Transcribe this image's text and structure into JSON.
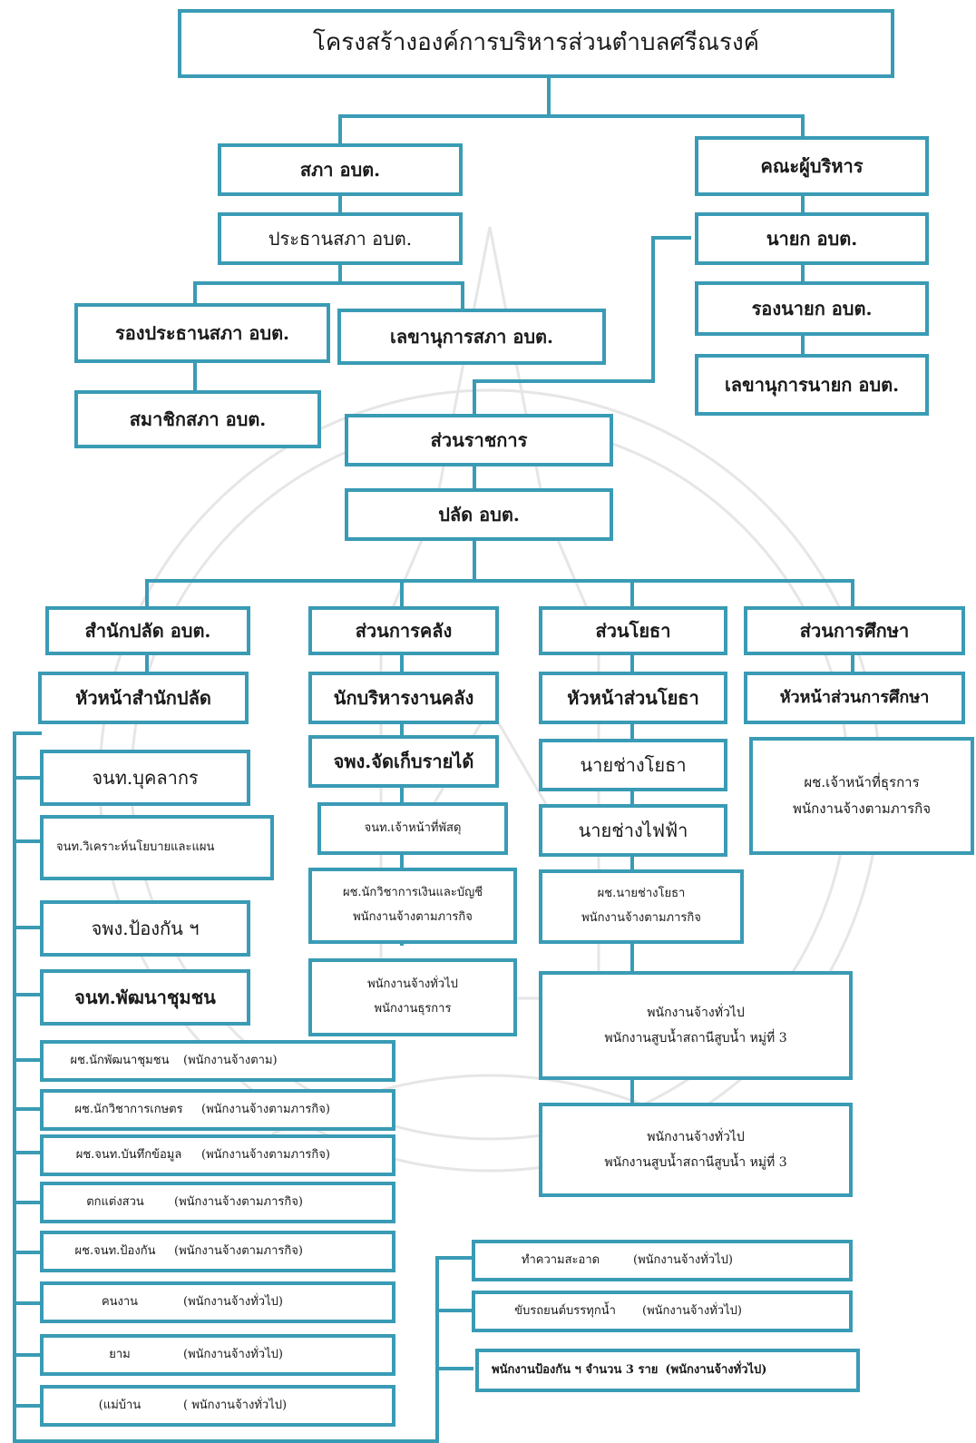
{
  "title": "โครงสร้างองค์การบริหารส่วนตำบลศรีณรงค์",
  "council": {
    "head": "สภา อบต.",
    "chair": "ประธานสภา อบต.",
    "vice_chair": "รองประธานสภา อบต.",
    "secretary": "เลขานุการสภา อบต.",
    "members": "สมาชิกสภา อบต."
  },
  "executive": {
    "head": "คณะผู้บริหาร",
    "mayor": "นายก อบต.",
    "vice_mayor": "รองนายก อบต.",
    "secretary": "เลขานุการนายก อบต."
  },
  "admin": {
    "head": "ส่วนราชการ",
    "clerk": "ปลัด อบต."
  },
  "dept_office": {
    "head": "สำนักปลัด อบต.",
    "chief": "หัวหน้าสำนักปลัด",
    "staff": [
      "จนท.บุคลากร",
      "จนท.วิเคราะห์นโยบายและแผน",
      "จพง.ป้องกัน ฯ",
      "จนท.พัฒนาชุมชน"
    ],
    "employees": [
      {
        "role": "ผช.นักพัฒนาชุมชน",
        "type": "(พนักงานจ้างตาม)"
      },
      {
        "role": "ผช.นักวิชาการเกษตร",
        "type": "(พนักงานจ้างตามภารกิจ)"
      },
      {
        "role": "ผช.จนท.บันทึกข้อมูล",
        "type": "(พนักงานจ้างตามภารกิจ)"
      },
      {
        "role": "ตกแต่งสวน",
        "type": "(พนักงานจ้างตามภารกิจ)"
      },
      {
        "role": "ผช.จนท.ป้องกัน",
        "type": "(พนักงานจ้างตามภารกิจ)"
      },
      {
        "role": "คนงาน",
        "type": "(พนักงานจ้างทั่วไป)"
      },
      {
        "role": "ยาม",
        "type": "(พนักงานจ้างทั่วไป)"
      },
      {
        "role": "(แม่บ้าน",
        "type": "( พนักงานจ้างทั่วไป)"
      }
    ]
  },
  "dept_finance": {
    "head": "ส่วนการคลัง",
    "chief": "นักบริหารงานคลัง",
    "revenue": "จพง.จัดเก็บรายได้",
    "supply": "จนท.เจ้าหน้าที่พัสดุ",
    "accounting_1": "ผช.นักวิชาการเงินและบัญชี",
    "accounting_2": "พนักงานจ้างตามภารกิจ",
    "general_1": "พนักงานจ้างทั่วไป",
    "general_2": "พนักงานธุรการ"
  },
  "dept_works": {
    "head": "ส่วนโยธา",
    "chief": "หัวหน้าส่วนโยธา",
    "civil": "นายช่างโยธา",
    "electric": "นายช่างไฟฟ้า",
    "asst_1": "ผช.นายช่างโยธา",
    "asst_2": "พนักงานจ้างตามภารกิจ",
    "pump1_1": "พนักงานจ้างทั่วไป",
    "pump1_2": "พนักงานสูบน้ำสถานีสูบน้ำ หมู่ที่ 3",
    "pump2_1": "พนักงานจ้างทั่วไป",
    "pump2_2": "พนักงานสูบน้ำสถานีสูบน้ำ หมู่ที่ 3"
  },
  "dept_education": {
    "head": "ส่วนการศึกษา",
    "chief": "หัวหน้าส่วนการศึกษา",
    "staff_1": "ผช.เจ้าหน้าที่ธุรการ",
    "staff_2": "พนักงานจ้างตามภารกิจ"
  },
  "general_staff": [
    {
      "role": "ทำความสะอาด",
      "type": "(พนักงานจ้างทั่วไป)"
    },
    {
      "role": "ขับรถยนต์บรรทุกน้ำ",
      "type": "(พนักงานจ้างทั่วไป)"
    },
    {
      "role": "พนักงานป้องกัน ฯ จำนวน 3 ราย",
      "type": "(พนักงานจ้างทั่วไป)"
    }
  ],
  "colors": {
    "line": "#3a9bb5",
    "watermark": "#e3e3e3"
  }
}
